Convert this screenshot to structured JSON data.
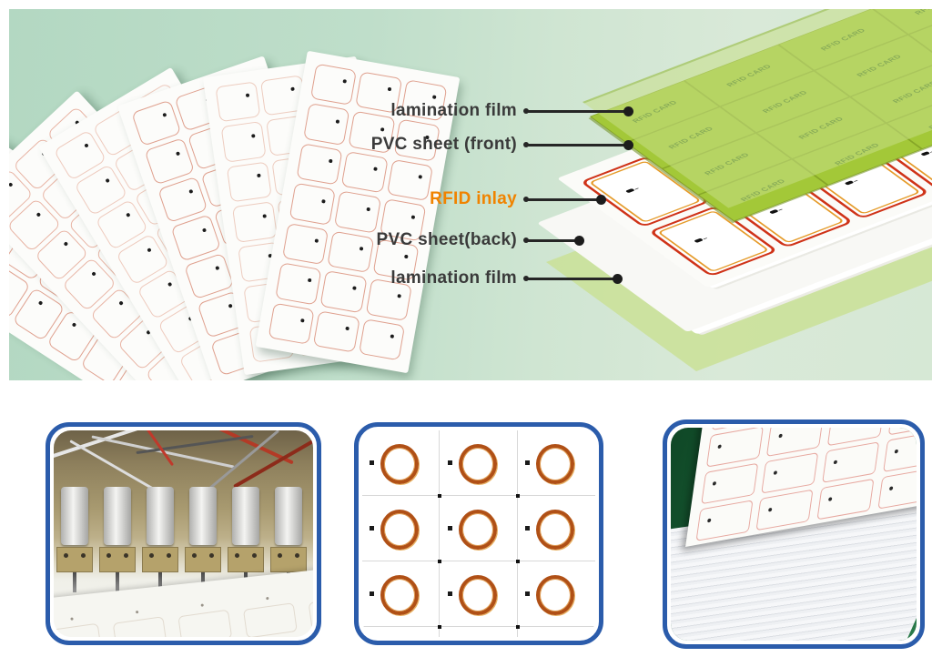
{
  "top_panel": {
    "layer_labels": [
      {
        "id": "lamination-film-top",
        "text": "lamination film"
      },
      {
        "id": "pvc-sheet-front",
        "text": "PVC sheet (front)"
      },
      {
        "id": "rfid-inlay",
        "text": "RFID inlay"
      },
      {
        "id": "pvc-sheet-back",
        "text": "PVC sheet(back)"
      },
      {
        "id": "lamination-film-bottom",
        "text": "lamination film"
      }
    ],
    "printed_sheet_card_text": "RFID CARD",
    "colors": {
      "accent_orange": "#f08300",
      "label_dark": "#3a3a3a",
      "panel_mint_left": "#b3d8c2",
      "panel_mint_right": "#d6e8d5",
      "printed_sheet_green": "#a3c838",
      "antenna_red": "#cf3318",
      "antenna_orange": "#e59b2a",
      "inlay_outline_pink": "#dfa08e",
      "lamination_film_green": "#cde2a2",
      "frame_blue": "#2b5cab"
    }
  },
  "bottom_gallery": {
    "photos": [
      {
        "name": "coil-winding-machine-photo"
      },
      {
        "name": "coil-chip-layout-diagram"
      },
      {
        "name": "inlay-sheet-stack-photo"
      }
    ]
  }
}
